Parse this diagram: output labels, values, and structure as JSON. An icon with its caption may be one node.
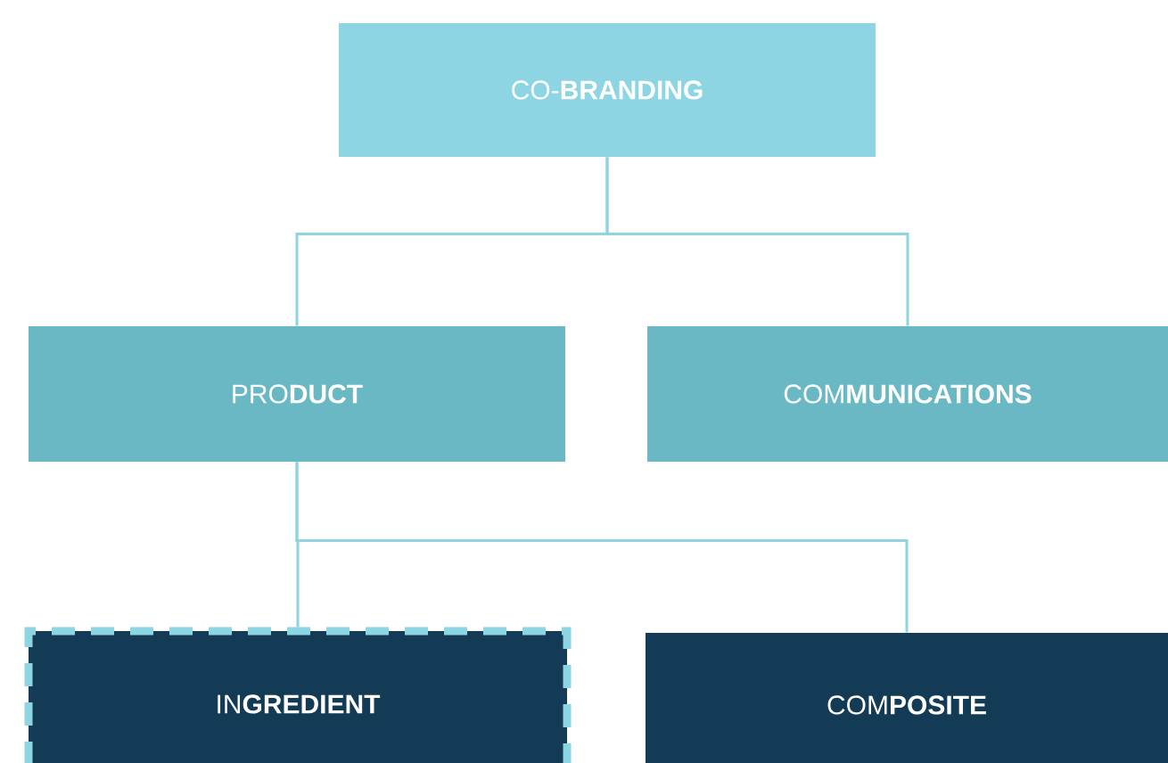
{
  "diagram": {
    "nodes": [
      {
        "text": [
          "CO-**BRANDING**"
        ]
      },
      {
        "text": [
          "PRO**DUCT**"
        ]
      },
      {
        "text": [
          "COM**MUNICATIONS**"
        ]
      },
      {
        "text": [
          "IN**GREDIENT**"
        ]
      },
      {
        "text": [
          "COM**POSITE**"
        ]
      }
    ],
    "edges": [
      {
        "from": 0,
        "to": 1,
        "arrow": "none"
      },
      {
        "from": 0,
        "to": 2,
        "arrow": "none"
      },
      {
        "from": 1,
        "to": 3,
        "arrow": "none"
      },
      {
        "from": 1,
        "to": 4,
        "arrow": "none"
      }
    ]
  }
}
